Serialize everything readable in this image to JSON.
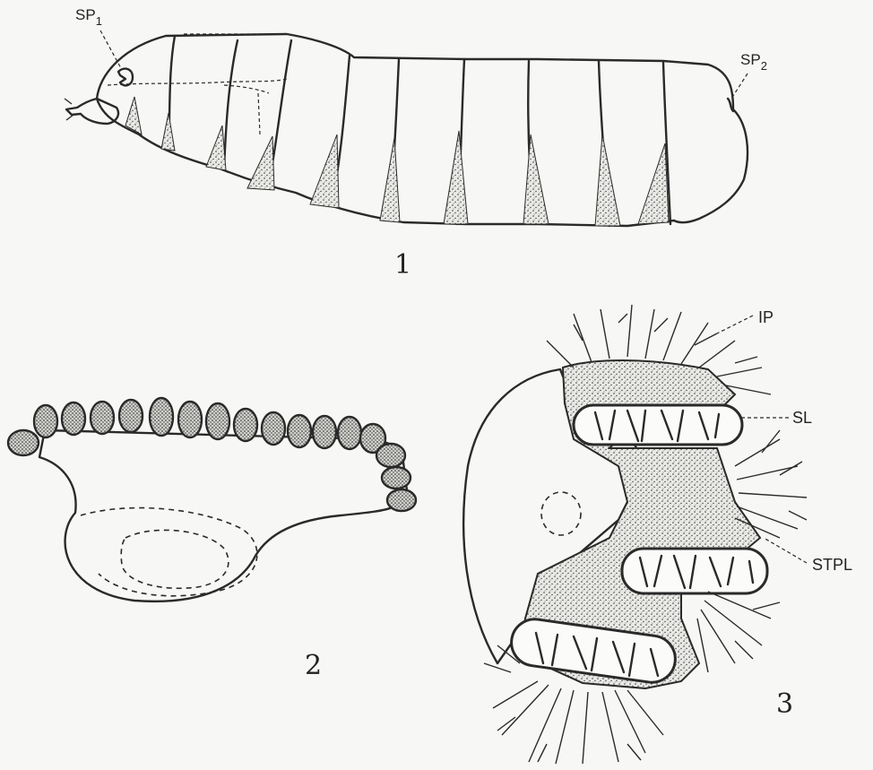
{
  "labels": {
    "sp1_main": "SP",
    "sp1_sub": "1",
    "sp2_main": "SP",
    "sp2_sub": "2",
    "ip": "IP",
    "sl": "SL",
    "stpl": "STPL"
  },
  "figure_numbers": {
    "fig1": "1",
    "fig2": "2",
    "fig3": "3"
  }
}
